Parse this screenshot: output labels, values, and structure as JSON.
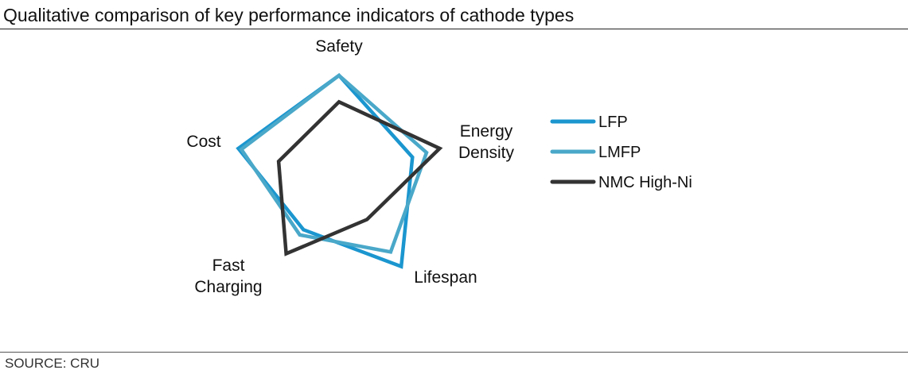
{
  "title": "Qualitative comparison of key performance indicators of cathode types",
  "source": "SOURCE: CRU",
  "chart_data": {
    "type": "radar",
    "axes": [
      "Safety",
      "Energy Density",
      "Lifespan",
      "Fast Charging",
      "Cost"
    ],
    "axis_label_lines": [
      [
        "Safety"
      ],
      [
        "Energy",
        "Density"
      ],
      [
        "Lifespan"
      ],
      [
        "Fast",
        "Charging"
      ],
      [
        "Cost"
      ]
    ],
    "rlim": [
      0,
      1
    ],
    "grid": false,
    "legend_position": "right",
    "series": [
      {
        "name": "LFP",
        "color": "#1b96cf",
        "values": [
          1.0,
          0.73,
          1.0,
          0.57,
          1.0
        ]
      },
      {
        "name": "LMFP",
        "color": "#4aa8c9",
        "values": [
          1.0,
          0.87,
          0.83,
          0.63,
          0.97
        ]
      },
      {
        "name": "NMC High-Ni",
        "color": "#333333",
        "values": [
          0.75,
          1.0,
          0.45,
          0.85,
          0.6
        ]
      }
    ]
  }
}
